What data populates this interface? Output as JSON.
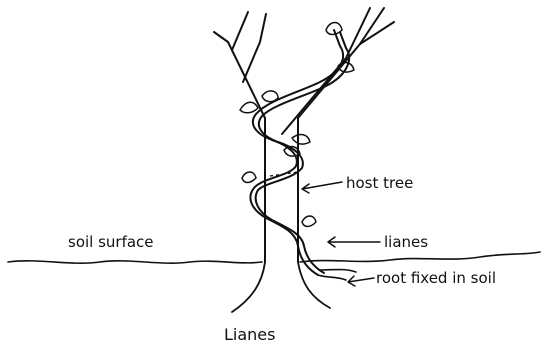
{
  "labels": {
    "host_tree": "host tree",
    "lianes": "lianes",
    "soil_surface": "soil surface",
    "root_fixed": "root fixed in soil"
  },
  "caption": "Lianes"
}
